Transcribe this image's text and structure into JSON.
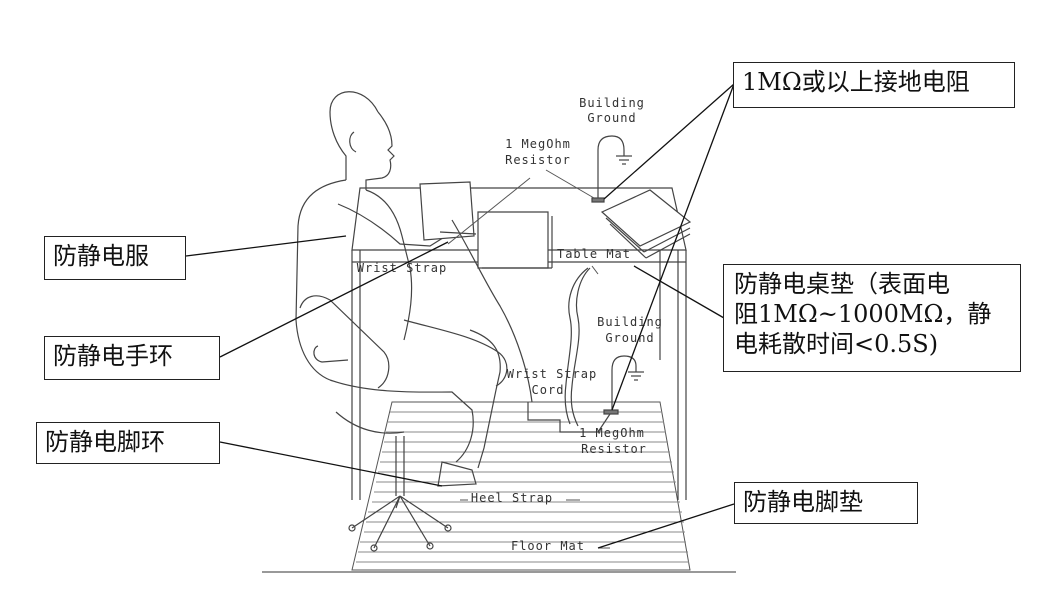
{
  "callouts": {
    "resistor_1m": "1MΩ或以上接地电阻",
    "smock": "防静电服",
    "wrist_strap": "防静电手环",
    "heel_strap": "防静电脚环",
    "table_mat": {
      "line1": "防静电桌垫（表面电",
      "line2": "阻1MΩ~1000MΩ，静",
      "line3": "电耗散时间<0.5S)"
    },
    "floor_mat": "防静电脚垫"
  },
  "labels": {
    "building_ground_top_1": "Building",
    "building_ground_top_2": "Ground",
    "megohm_top_1": "1 MegOhm",
    "megohm_top_2": "Resistor",
    "wrist_strap": "Wrist Strap",
    "table_mat": "Table Mat",
    "building_ground_mid_1": "Building",
    "building_ground_mid_2": "Ground",
    "wrist_strap_cord_1": "Wrist Strap",
    "wrist_strap_cord_2": "Cord",
    "megohm_bottom_1": "1 MegOhm",
    "megohm_bottom_2": "Resistor",
    "heel_strap": "Heel Strap",
    "floor_mat": "Floor Mat"
  }
}
